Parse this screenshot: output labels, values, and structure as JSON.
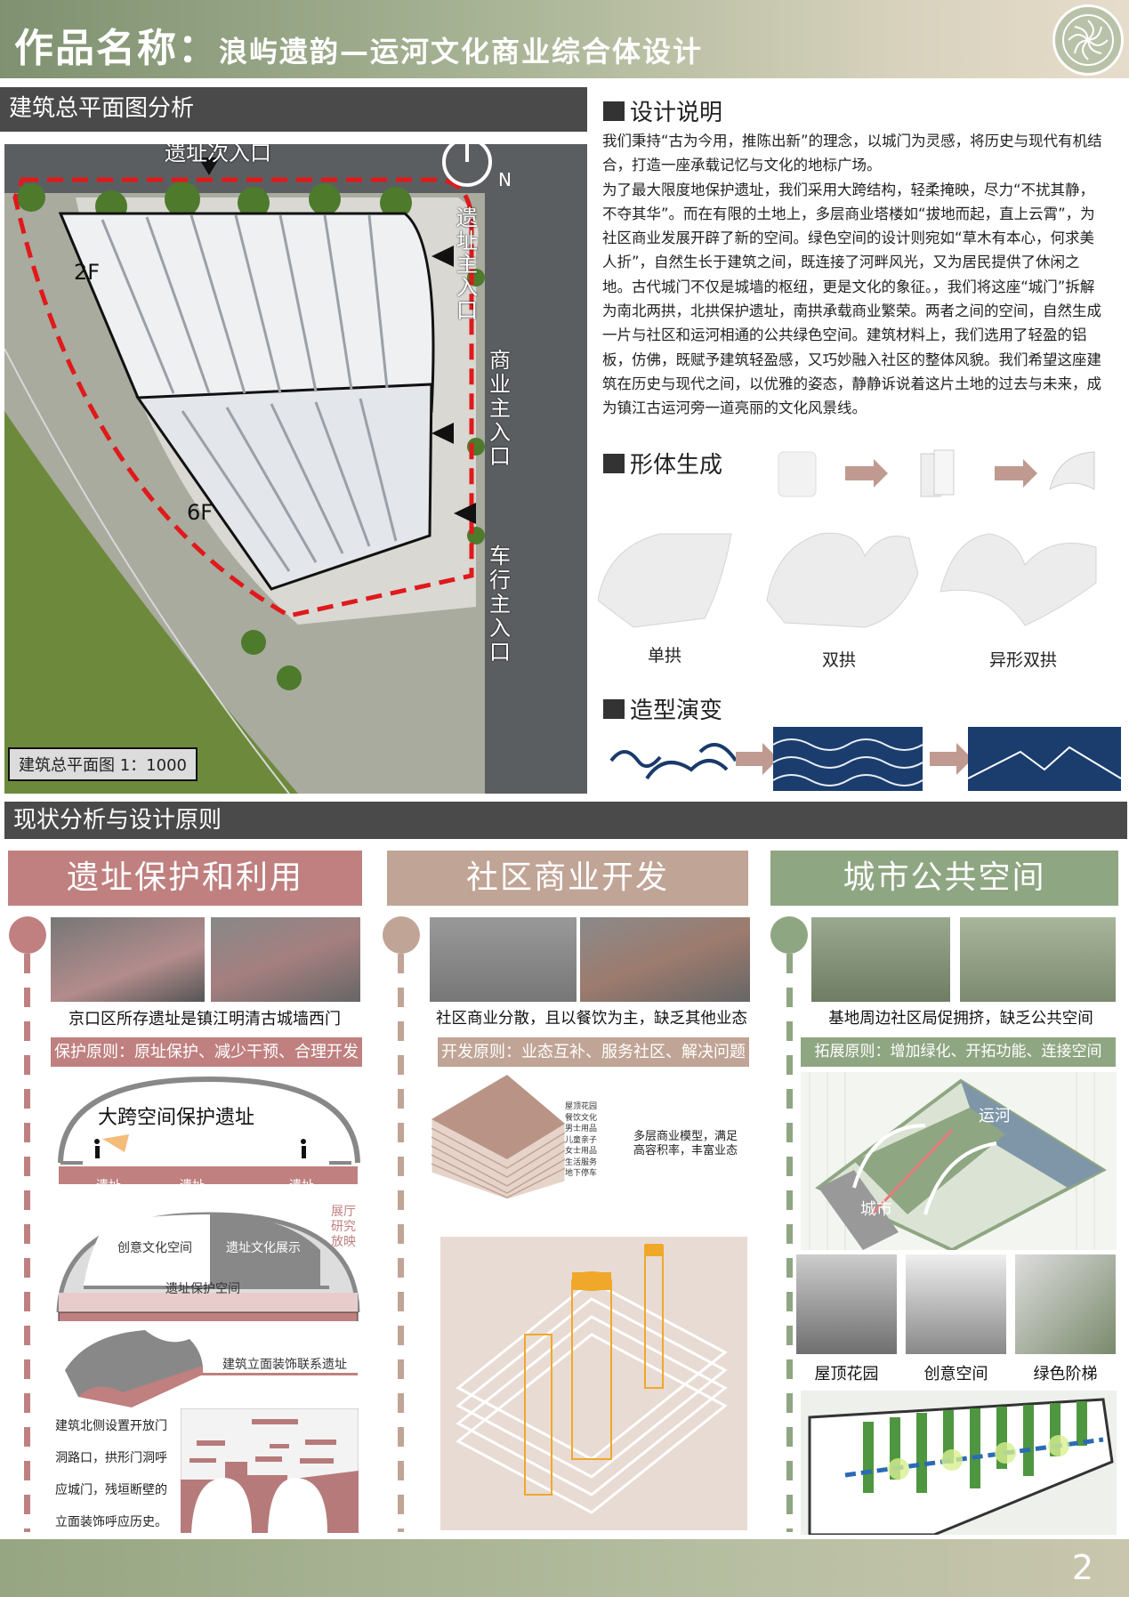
{
  "header": {
    "title_prefix": "作品名称：",
    "title": "浪屿遗韵—运河文化商业综合体设计"
  },
  "site_plan": {
    "section_title": "建筑总平面图分析",
    "north": "N",
    "labels": {
      "secondary_entrance": "遗址次入口",
      "heritage_main_entrance": "遗址主入口",
      "commerce_main_entrance": "商业主入口",
      "vehicle_main_entrance": "车行主入口",
      "floor_2": "2F",
      "floor_6": "6F"
    },
    "scale_label": "建筑总平面图 1：1000"
  },
  "design": {
    "title": "设计说明",
    "paragraphs": [
      "我们秉持“古为今用，推陈出新”的理念，以城门为灵感，将历史与现代有机结合，打造一座承载记忆与文化的地标广场。",
      "为了最大限度地保护遗址，我们采用大跨结构，轻柔掩映，尽力“不扰其静，不夺其华”。而在有限的土地上，多层商业塔楼如“拔地而起，直上云霄”，为社区商业发展开辟了新的空间。绿色空间的设计则宛如“草木有本心，何求美人折”，自然生长于建筑之间，既连接了河畔风光，又为居民提供了休闲之地。古代城门不仅是城墙的枢纽，更是文化的象征。，我们将这座“城门”拆解为南北两拱，北拱保护遗址，南拱承载商业繁荣。两者之间的空间，自然生成一片与社区和运河相通的公共绿色空间。建筑材料上，我们选用了轻盈的铝板，仿佛，既赋予建筑轻盈感，又巧妙融入社区的整体风貌。我们希望这座建筑在历史与现代之间，以优雅的姿态，静静诉说着这片土地的过去与未来，成为镇江古运河旁一道亮丽的文化风景线。"
    ]
  },
  "form": {
    "title": "形体生成",
    "shapes": [
      "单拱",
      "双拱",
      "异形双拱"
    ]
  },
  "evolution": {
    "title": "造型演变"
  },
  "analysis": {
    "section_title": "现状分析与设计原则",
    "columns": [
      {
        "title": "遗址保护和利用",
        "color": "#c08080",
        "caption": "京口区所存遗址是镇江明清古城墙西门",
        "principle": "保护原则：原址保护、减少干预、合理开发",
        "diagram1": {
          "title": "大跨空间保护遗址",
          "sites": [
            "遗址",
            "遗址",
            "遗址"
          ]
        },
        "diagram2": {
          "left": "创意文化空间",
          "right": "遗址文化展示",
          "bottom": "遗址保护空间",
          "functions": [
            "展厅",
            "研究",
            "放映"
          ]
        },
        "facade_label": "建筑立面装饰联系遗址",
        "facade_text": [
          "建筑北侧设置开放门",
          "洞路口，拱形门洞呼",
          "应城门，残垣断壁的",
          "立面装饰呼应历史。"
        ]
      },
      {
        "title": "社区商业开发",
        "color": "#c0a496",
        "caption": "社区商业分散，且以餐饮为主，缺乏其他业态",
        "principle": "开发原则：业态互补、服务社区、解决问题",
        "layers": [
          "屋顶花园",
          "餐饮文化",
          "男士用品",
          "儿童亲子",
          "女士用品",
          "生活服务",
          "地下停车"
        ],
        "model_note": [
          "多层商业模型，满足",
          "高容积率，丰富业态"
        ]
      },
      {
        "title": "城市公共空间",
        "color": "#8fa682",
        "caption": "基地周边社区局促拥挤，缺乏公共空间",
        "principle": "拓展原则：增加绿化、开拓功能、连接空间",
        "map_labels": {
          "canal": "运河",
          "city": "城市"
        },
        "photos": [
          "屋顶花园",
          "创意空间",
          "绿色阶梯"
        ]
      }
    ]
  },
  "footer": {
    "page": "2"
  }
}
